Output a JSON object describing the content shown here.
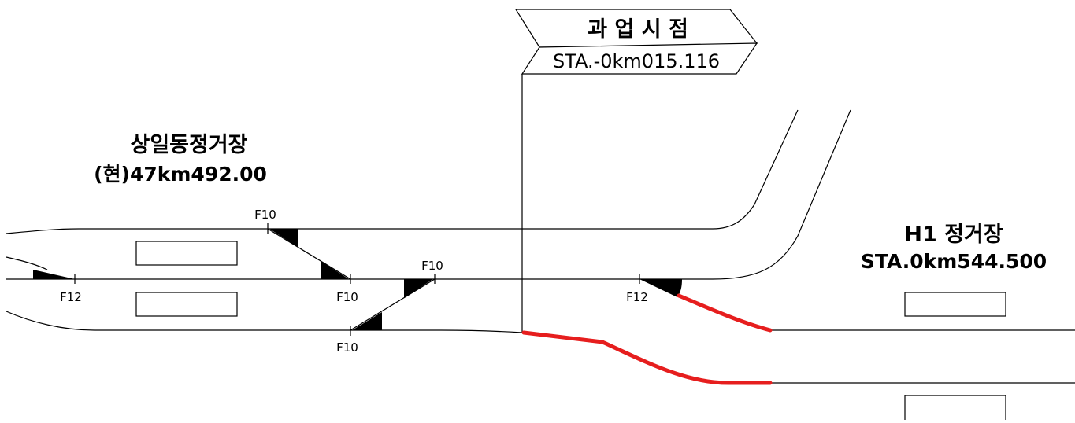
{
  "start_point": {
    "title": "과 업 시 점",
    "station": "STA.-0km015.116"
  },
  "station_left": {
    "name": "상일동정거장",
    "chainage": "(현)47km492.00"
  },
  "station_right": {
    "name": "H1 정거장",
    "chainage": "STA.0km544.500"
  },
  "turnouts": [
    {
      "id": "t1",
      "label": "F10"
    },
    {
      "id": "t2",
      "label": "F12"
    },
    {
      "id": "t3",
      "label": "F10"
    },
    {
      "id": "t4",
      "label": "F10"
    },
    {
      "id": "t5",
      "label": "F10"
    },
    {
      "id": "t6",
      "label": "F12"
    }
  ],
  "colors": {
    "track": "#000000",
    "new_track": "#e61e1e",
    "background": "#ffffff"
  }
}
